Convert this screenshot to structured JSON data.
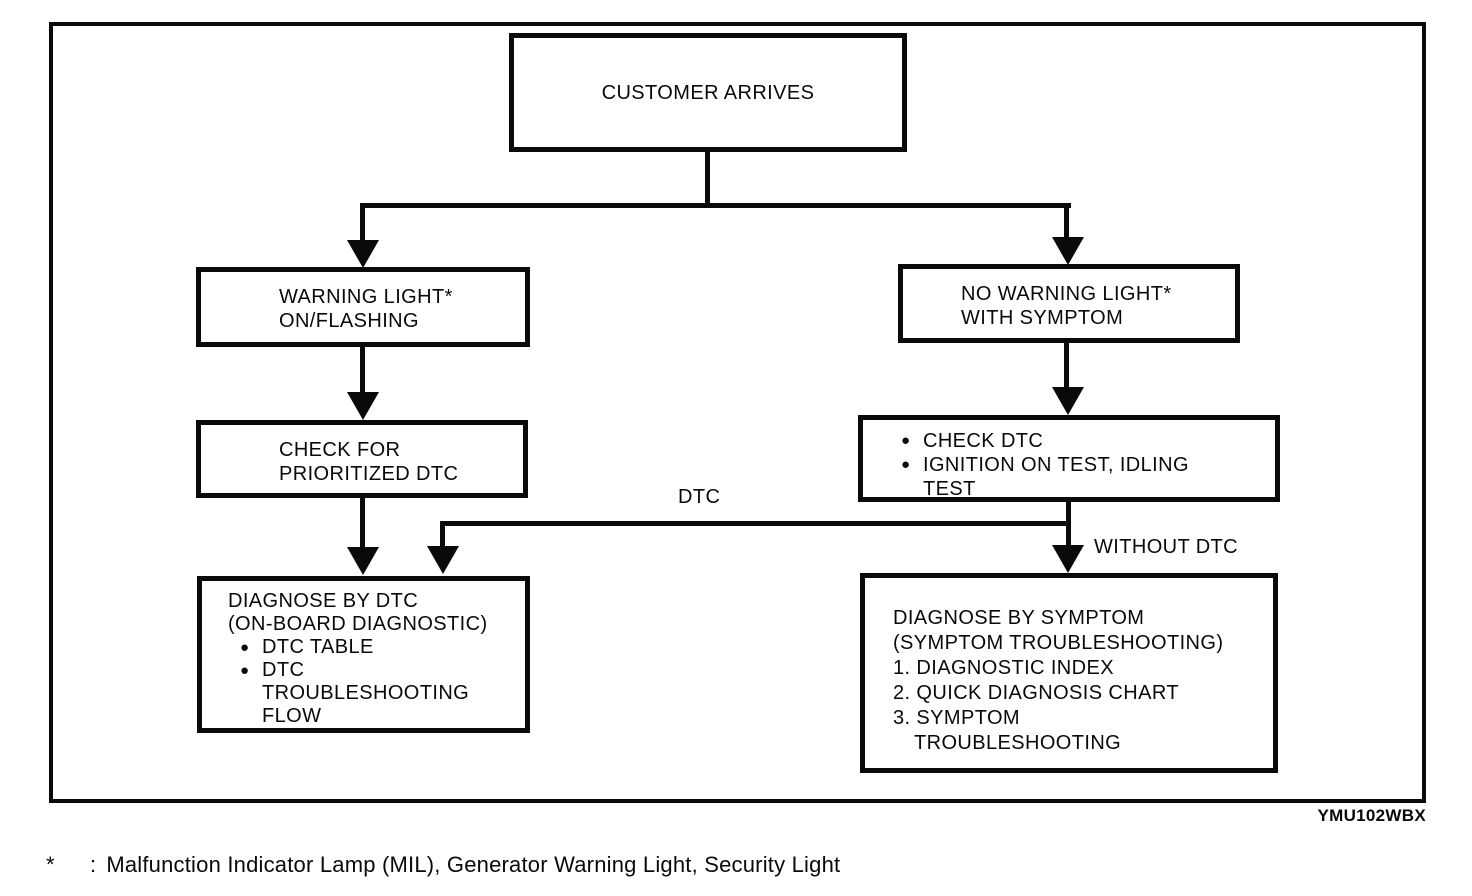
{
  "diagram": {
    "bullet_glyph": "●",
    "figure_code": "YMU102WBX",
    "footnote": {
      "symbol": "*",
      "separator": ":",
      "text": "Malfunction Indicator Lamp (MIL), Generator Warning Light, Security Light"
    },
    "edge_labels": {
      "dtc": "DTC",
      "without_dtc": "WITHOUT DTC"
    },
    "nodes": {
      "customer_arrives": {
        "text": "CUSTOMER ARRIVES"
      },
      "warning_light": {
        "line1": "WARNING LIGHT*",
        "line2": "ON/FLASHING"
      },
      "no_warning_light": {
        "line1": "NO WARNING LIGHT*",
        "line2": "WITH SYMPTOM"
      },
      "check_prioritized_dtc": {
        "line1": "CHECK FOR",
        "line2": "PRIORITIZED DTC"
      },
      "check_dtc": {
        "bullet1": "CHECK DTC",
        "bullet2_line1": "IGNITION ON TEST, IDLING",
        "bullet2_line2": "TEST"
      },
      "diagnose_by_dtc": {
        "title1": "DIAGNOSE BY DTC",
        "title2": "(ON-BOARD DIAGNOSTIC)",
        "bullet1": "DTC TABLE",
        "bullet2_line1": "DTC",
        "bullet2_line2": "TROUBLESHOOTING",
        "bullet2_line3": "FLOW"
      },
      "diagnose_by_symptom": {
        "title1": "DIAGNOSE BY SYMPTOM",
        "title2": "(SYMPTOM TROUBLESHOOTING)",
        "item1": "1. DIAGNOSTIC INDEX",
        "item2": "2. QUICK DIAGNOSIS CHART",
        "item3": "3. SYMPTOM",
        "item3_cont": "TROUBLESHOOTING"
      }
    },
    "colors": {
      "ink": "#000000",
      "paper": "#ffffff"
    }
  }
}
